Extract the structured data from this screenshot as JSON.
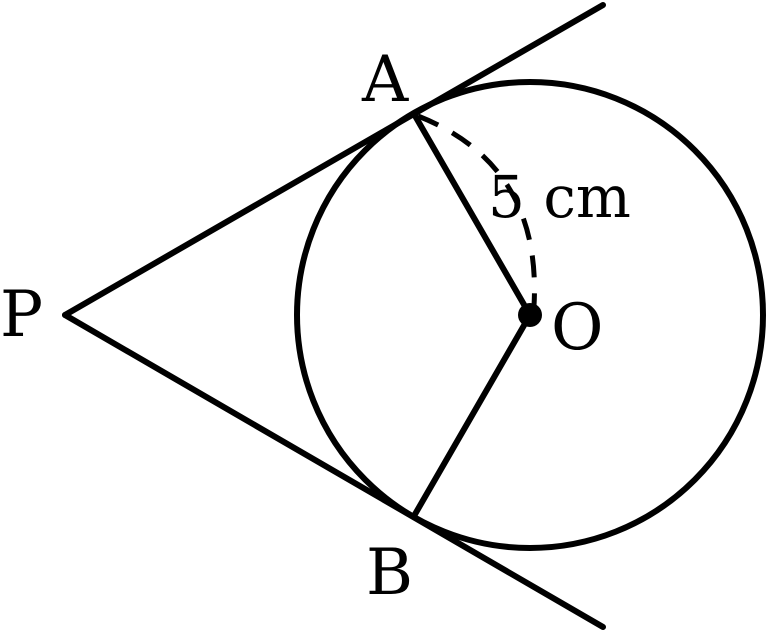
{
  "points": {
    "a": "A",
    "b": "B",
    "o": "O",
    "p": "P"
  },
  "radius_label": "5 cm",
  "colors": {
    "ink": "#000000",
    "background": "#ffffff"
  }
}
